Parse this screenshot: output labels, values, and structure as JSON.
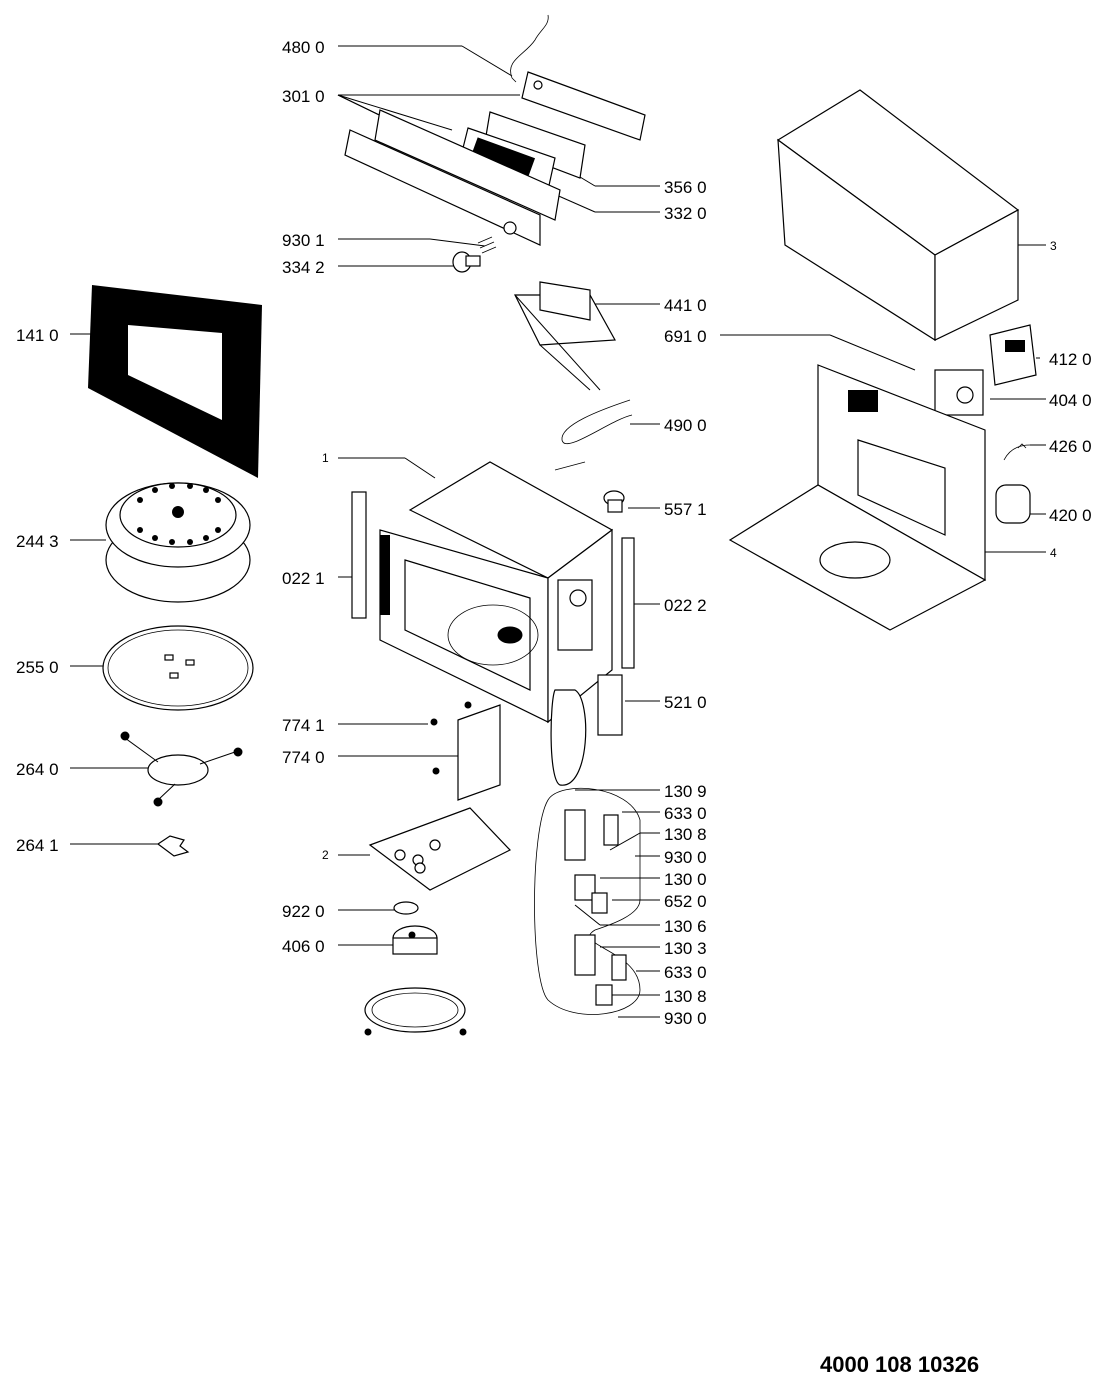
{
  "callouts": {
    "c480_0": "480 0",
    "c301_0": "301 0",
    "c356_0": "356 0",
    "c332_0": "332 0",
    "c930_1": "930 1",
    "c334_2": "334 2",
    "c141_0": "141 0",
    "c441_0": "441 0",
    "c691_0": "691 0",
    "c412_0": "412 0",
    "c404_0": "404 0",
    "c490_0": "490 0",
    "c426_0": "426 0",
    "c1": "1",
    "c557_1": "557 1",
    "c420_0": "420 0",
    "c244_3": "244 3",
    "c022_1": "022 1",
    "c022_2": "022 2",
    "c3": "3",
    "c4": "4",
    "c255_0": "255 0",
    "c521_0": "521 0",
    "c774_1": "774 1",
    "c774_0": "774 0",
    "c264_0": "264 0",
    "c130_9": "130 9",
    "c633_0a": "633 0",
    "c130_8a": "130 8",
    "c264_1": "264 1",
    "c2": "2",
    "c930_0a": "930 0",
    "c130_0": "130 0",
    "c922_0": "922 0",
    "c652_0": "652 0",
    "c130_6": "130 6",
    "c406_0": "406 0",
    "c130_3": "130 3",
    "c633_0b": "633 0",
    "c130_8b": "130 8",
    "c930_0b": "930 0"
  },
  "document_number": "4000 108 10326"
}
